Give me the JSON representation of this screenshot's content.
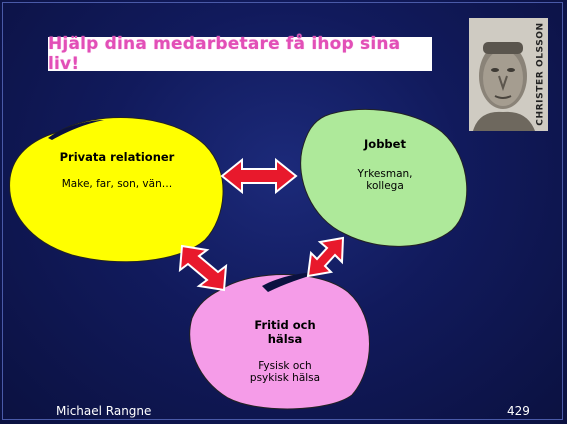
{
  "title": "Hjälp dina medarbetare få ihop sina liv!",
  "photo": {
    "caption": "CHRISTER OLSSON"
  },
  "nodes": {
    "private": {
      "title": "Privata relationer",
      "subtitle": "Make, far, son, vän…",
      "color": "#ffff00"
    },
    "job": {
      "title": "Jobbet",
      "subtitle_line1": "Yrkesman,",
      "subtitle_line2": "kollega",
      "color": "#aee99a"
    },
    "leisure": {
      "title_line1": "Fritid och",
      "title_line2": "hälsa",
      "subtitle_line1": "Fysisk och",
      "subtitle_line2": "psykisk hälsa",
      "color": "#f59ce8"
    }
  },
  "arrow_color": "#e8192c",
  "footer": {
    "author": "Michael Rangne",
    "page": "429"
  }
}
